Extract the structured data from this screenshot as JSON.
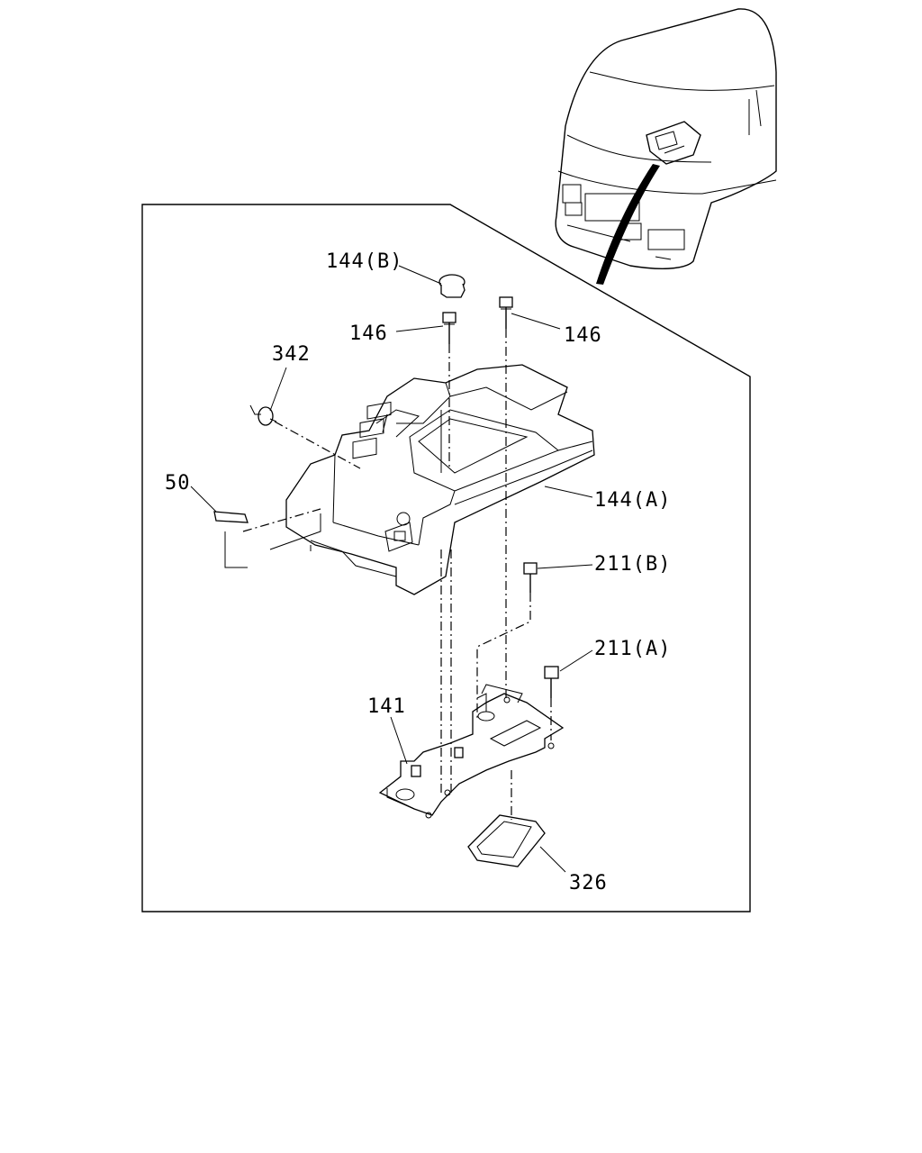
{
  "labels": {
    "l144b": "144(B)",
    "l146a": "146",
    "l146b": "146",
    "l342": "342",
    "l50": "50",
    "l144a": "144(A)",
    "l211b": "211(B)",
    "l211a": "211(A)",
    "l141": "141",
    "l326": "326"
  }
}
